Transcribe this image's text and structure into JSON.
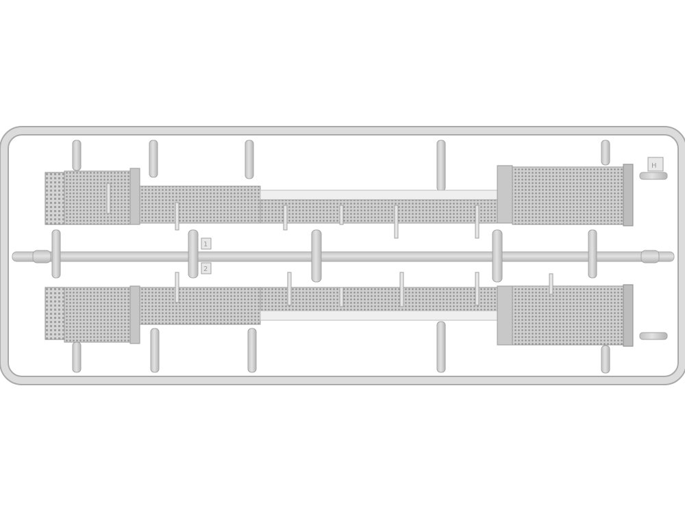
{
  "photo": {
    "subject": "plastic-model-sprue",
    "colors": {
      "background": "#ffffff",
      "plastic": "#d6d6d6",
      "plastic_edge": "#a9a9a9",
      "plastic_shadow": "#bdbdbd",
      "mesh": "#b9b9b9",
      "mesh_dark": "#8c8c8c",
      "light_strip": "#efefef"
    }
  },
  "sprue_tag": {
    "letter": "H"
  },
  "part_numbers": [
    "1",
    "2"
  ]
}
